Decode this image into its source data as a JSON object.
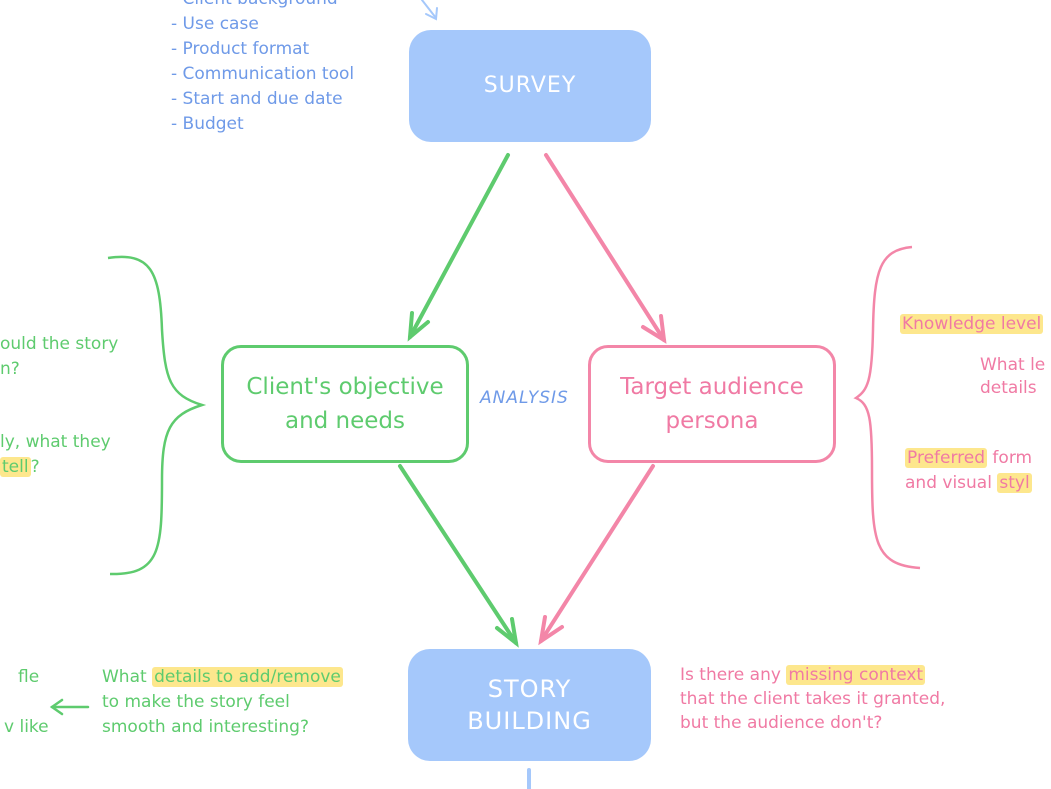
{
  "colors": {
    "blue": "#a5c8fb",
    "blue_text": "#6f9ae8",
    "green": "#5ecb6e",
    "pink": "#f07aa4",
    "highlight": "#fde78d"
  },
  "survey": {
    "label": "SURVEY",
    "items": [
      "- Client background",
      "- Use case",
      "- Product format",
      "- Communication tool",
      "- Start and due date",
      "- Budget"
    ]
  },
  "analysis_label": "ANALYSIS",
  "client_box": {
    "line1": "Client's objective",
    "line2": "and needs"
  },
  "audience_box": {
    "line1": "Target audience",
    "line2": "persona"
  },
  "left_notes": {
    "q1_line1": "ould the story",
    "q1_line2": "n?",
    "q2_line1": "ly, what they",
    "q2_line2_hl": "tell",
    "q2_line2_rest": "?"
  },
  "right_notes": {
    "knowledge": "Knowledge level",
    "what_line1": "What le",
    "what_line2": "details",
    "preferred_hl": "Preferred",
    "preferred_rest": " form",
    "visual_pre": "and visual ",
    "visual_hl": "styl"
  },
  "story_box": {
    "line1": "STORY",
    "line2": "BUILDING"
  },
  "story_green_note": {
    "pre": "What ",
    "hl": "details to add/remove",
    "line2": "to make the story feel",
    "line3": "smooth and interesting?"
  },
  "story_left_fragment": {
    "line1": "fle",
    "line2": "",
    "line3": "v like"
  },
  "story_pink_note": {
    "pre": "Is there any ",
    "hl": "missing context",
    "line2": "that the client takes it granted,",
    "line3": "but the audience don't?"
  }
}
